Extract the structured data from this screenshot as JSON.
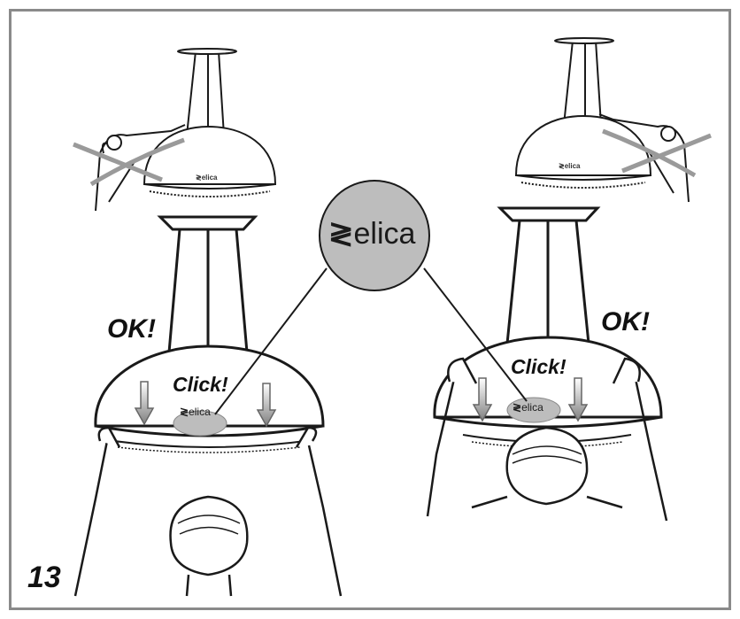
{
  "step_number": "13",
  "labels": {
    "ok_left": "OK!",
    "ok_right": "OK!",
    "click_left": "Click!",
    "click_right": "Click!"
  },
  "brand": {
    "name": "elica",
    "badge_color": "#bdbdbd",
    "logo_glyph": "≷"
  },
  "colors": {
    "frame": "#8a8a8a",
    "arrow": "#808080",
    "line": "#1a1a1a"
  }
}
